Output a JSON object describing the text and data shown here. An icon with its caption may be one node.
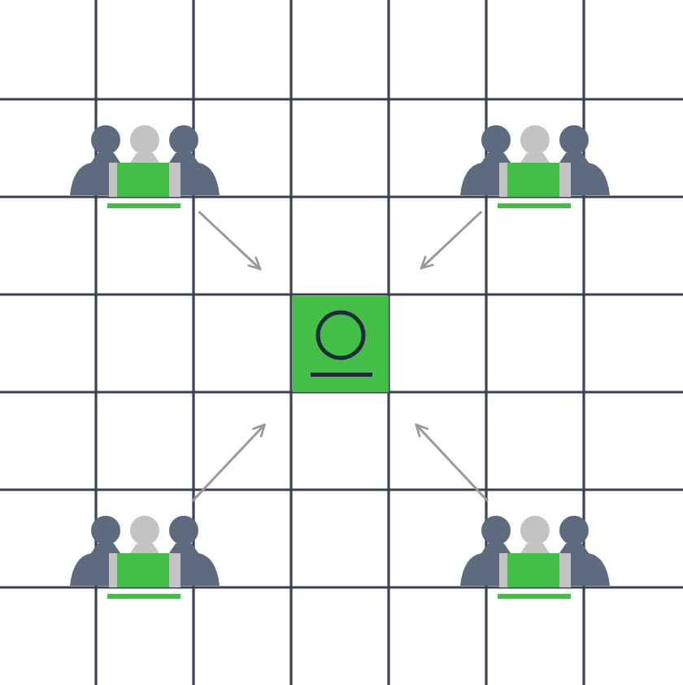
{
  "diagram": {
    "nodes": [
      {
        "text": [],
        "shape": "person"
      },
      {
        "text": [],
        "shape": "person"
      },
      {
        "text": [],
        "shape": "box"
      },
      {
        "text": [],
        "shape": "person"
      },
      {
        "text": [],
        "shape": "person"
      }
    ],
    "edges": [
      {
        "from": 0,
        "to": 2,
        "arrow": "to"
      },
      {
        "from": 1,
        "to": 2,
        "arrow": "to"
      },
      {
        "from": 3,
        "to": 2,
        "arrow": "to"
      },
      {
        "from": 4,
        "to": 2,
        "arrow": "to"
      }
    ]
  }
}
